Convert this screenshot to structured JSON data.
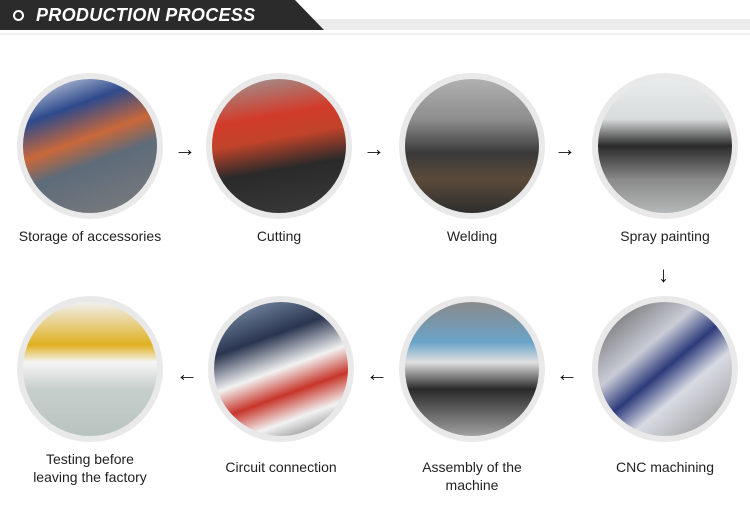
{
  "header": {
    "title": "PRODUCTION PROCESS",
    "bullet_icon": "circle-outline-icon"
  },
  "steps": [
    {
      "label": "Storage of accessories",
      "photo": "warehouse-worker-clipboard",
      "colors": [
        "#5d6b7a",
        "#2e4a8c",
        "#c9683a",
        "#7d7d7d"
      ]
    },
    {
      "label": "Cutting",
      "photo": "band-saw-machine",
      "colors": [
        "#6b6b6b",
        "#d23b2a",
        "#2a2a2a",
        "#9a8a6a"
      ]
    },
    {
      "label": "Welding",
      "photo": "steel-frames-welding",
      "colors": [
        "#8e8e8e",
        "#3a3a3a",
        "#5a4a3a",
        "#b0b0b0"
      ]
    },
    {
      "label": "Spray painting",
      "photo": "painted-frames",
      "colors": [
        "#d9dcdc",
        "#2a2a2a",
        "#8a8a8a",
        "#c0c4c4"
      ]
    },
    {
      "label": "CNC machining",
      "photo": "cnc-machine-operator",
      "colors": [
        "#c9ccd6",
        "#2c3a7a",
        "#8e8e8e",
        "#5a5a5a"
      ]
    },
    {
      "label": "Assembly of the machine",
      "photo": "machine-assembly-worker",
      "colors": [
        "#6aa3c9",
        "#2a2a2a",
        "#a0a0a0",
        "#e0e0e0"
      ]
    },
    {
      "label": "Circuit connection",
      "photo": "wiring-box",
      "colors": [
        "#2a3550",
        "#f2f2f2",
        "#c7352a",
        "#8aa0b8"
      ]
    },
    {
      "label": "Testing before leaving the factory",
      "label_line1": "Testing before",
      "label_line2": "leaving the factory",
      "photo": "factory-floor-testing",
      "colors": [
        "#e8ecec",
        "#b8c4c0",
        "#e0b020",
        "#f5f5f5"
      ]
    }
  ],
  "arrows": {
    "right": "→",
    "down": "↓",
    "left": "←"
  }
}
